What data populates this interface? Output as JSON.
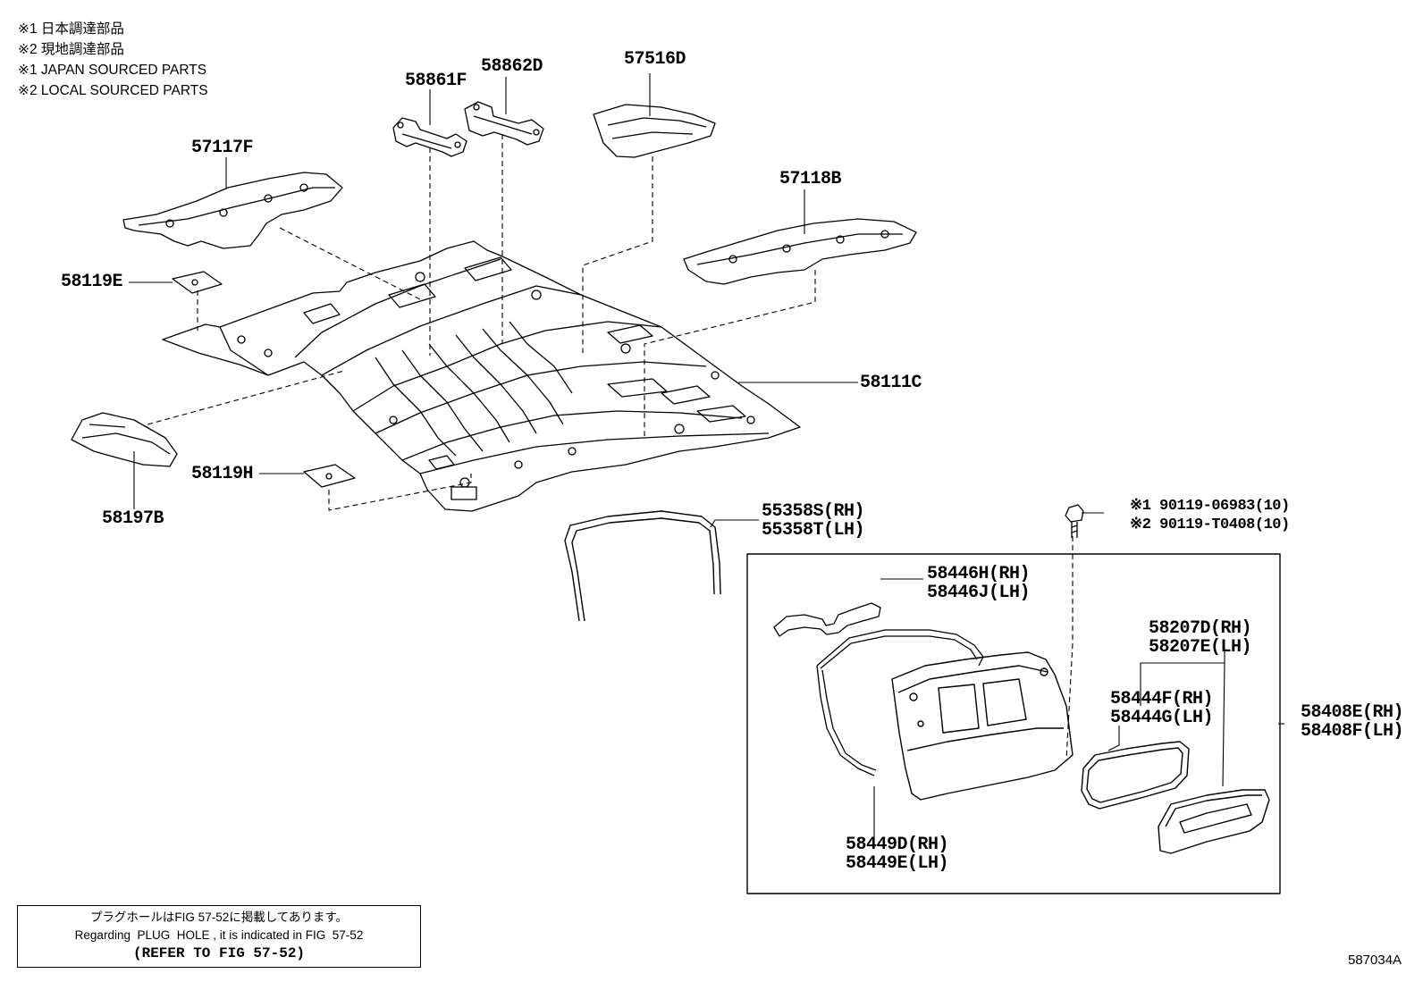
{
  "notes": [
    "※1 日本調達部品",
    "※2 現地調達部品",
    "※1 JAPAN SOURCED PARTS",
    "※2 LOCAL SOURCED PARTS"
  ],
  "parts": {
    "p58861F": "58861F",
    "p58862D": "58862D",
    "p57516D": "57516D",
    "p57117F": "57117F",
    "p57118B": "57118B",
    "p58119E": "58119E",
    "p58111C": "58111C",
    "p58119H": "58119H",
    "p58197B": "58197B",
    "p55358S": "55358S(RH)",
    "p55358T": "55358T(LH)",
    "p90119a": "※1 90119-06983(10)",
    "p90119b": "※2 90119-T0408(10)",
    "p58446H": "58446H(RH)",
    "p58446J": "58446J(LH)",
    "p58207D": "58207D(RH)",
    "p58207E": "58207E(LH)",
    "p58444F": "58444F(RH)",
    "p58444G": "58444G(LH)",
    "p58408E": "58408E(RH)",
    "p58408F": "58408F(LH)",
    "p58449D": "58449D(RH)",
    "p58449E": "58449E(LH)"
  },
  "plug_note": {
    "line1": "プラグホールはFIG 57-52に掲載してあります。",
    "line2": "Regarding  PLUG  HOLE , it is indicated in FIG  57-52",
    "line3": "(REFER TO FIG 57-52)"
  },
  "figure_id": "587034A"
}
